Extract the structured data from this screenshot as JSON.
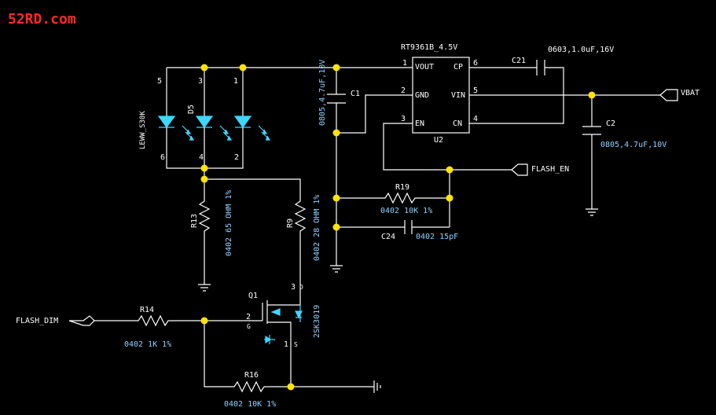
{
  "watermark": "52RD.com",
  "u2": {
    "part": "RT9361B_4.5V",
    "ref": "U2",
    "pins": {
      "vout": "VOUT",
      "gnd": "GND",
      "en": "EN",
      "cp": "CP",
      "vin": "VIN",
      "cn": "CN"
    },
    "pin_numbers": {
      "p1": "1",
      "p2": "2",
      "p3": "3",
      "p4": "4",
      "p5": "5",
      "p6": "6"
    }
  },
  "c21": {
    "ref": "C21",
    "value": "0603,1.0uF,16V"
  },
  "c1": {
    "ref": "C1",
    "value": "0805,4.7uF,10V"
  },
  "c2": {
    "ref": "C2",
    "value": "0805,4.7uF,10V"
  },
  "c24": {
    "ref": "C24",
    "value": "0402 15pF"
  },
  "r19": {
    "ref": "R19",
    "value": "0402 10K 1%"
  },
  "r13": {
    "ref": "R13",
    "value": "0402 65 OHM 1%"
  },
  "r9": {
    "ref": "R9",
    "value": "0402 28 OHM 1%"
  },
  "r14": {
    "ref": "R14",
    "value": "0402 1K 1%"
  },
  "r16": {
    "ref": "R16",
    "value": "0402 10K 1%"
  },
  "d5": {
    "ref": "D5",
    "part": "LEWW_S30K",
    "pins": {
      "a1": "5",
      "a2": "3",
      "a3": "1",
      "k1": "6",
      "k2": "4",
      "k3": "2"
    }
  },
  "q1": {
    "ref": "Q1",
    "part": "2SK3019",
    "pins": {
      "d": "3",
      "g": "2",
      "s": "1",
      "dl": "D",
      "gl": "G",
      "sl": "S"
    }
  },
  "nets": {
    "vbat": "VBAT",
    "flash_en": "FLASH_EN",
    "flash_dim": "FLASH_DIM"
  },
  "colors": {
    "background": "#000000",
    "wire": "#ffffff",
    "junction": "#ffe600",
    "text": "#8fd0ff",
    "led": "#3fd6ff",
    "watermark": "#ff2a2a"
  }
}
